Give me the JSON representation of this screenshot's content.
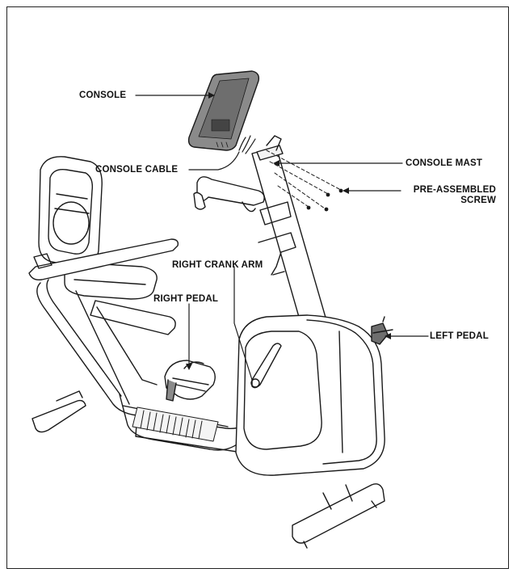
{
  "labels": {
    "console": "CONSOLE",
    "console_cable": "CONSOLE CABLE",
    "console_mast": "CONSOLE MAST",
    "pre_assembled_screw_line1": "PRE-ASSEMBLED",
    "pre_assembled_screw_line2": "SCREW",
    "right_crank_arm": "RIGHT CRANK ARM",
    "right_pedal": "RIGHT PEDAL",
    "left_pedal": "LEFT PEDAL"
  },
  "colors": {
    "line": "#1a1a1a",
    "console_fill": "#8a8a8a",
    "light_fill": "#f4f4f4"
  }
}
